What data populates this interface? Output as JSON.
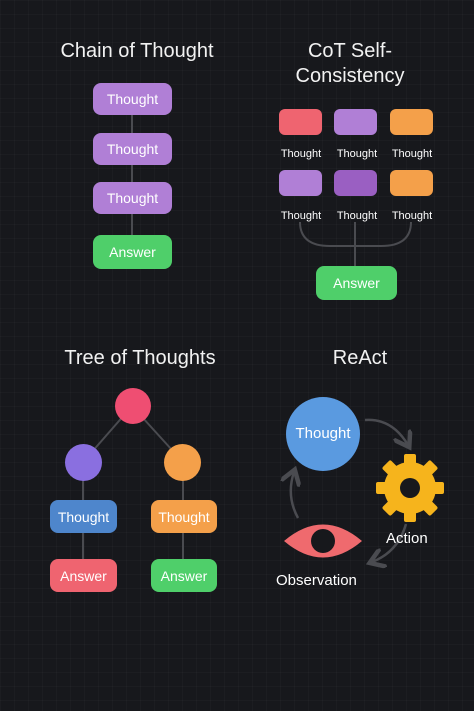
{
  "panels": {
    "cot": {
      "title": "Chain of Thought",
      "steps": [
        "Thought",
        "Thought",
        "Thought"
      ],
      "answer": "Answer"
    },
    "cot_sc": {
      "title_line1": "CoT Self-",
      "title_line2": "Consistency",
      "row1_labels": [
        "Thought",
        "Thought",
        "Thought"
      ],
      "row2_labels": [
        "Thought",
        "Thought",
        "Thought"
      ],
      "answer": "Answer"
    },
    "tot": {
      "title": "Tree of Thoughts",
      "left_thought": "Thought",
      "right_thought": "Thought",
      "left_answer": "Answer",
      "right_answer": "Answer"
    },
    "react": {
      "title": "ReAct",
      "thought": "Thought",
      "action": "Action",
      "observation": "Observation"
    }
  },
  "colors": {
    "background": "#17181c",
    "purple": "#b07fd6",
    "green": "#4fcf6a",
    "red": "#ef6470",
    "orange": "#f4a04a",
    "blue": "#4e86cc",
    "react_blue": "#5a9ae0",
    "gear": "#f6b41c",
    "eye": "#ef6a6e"
  }
}
